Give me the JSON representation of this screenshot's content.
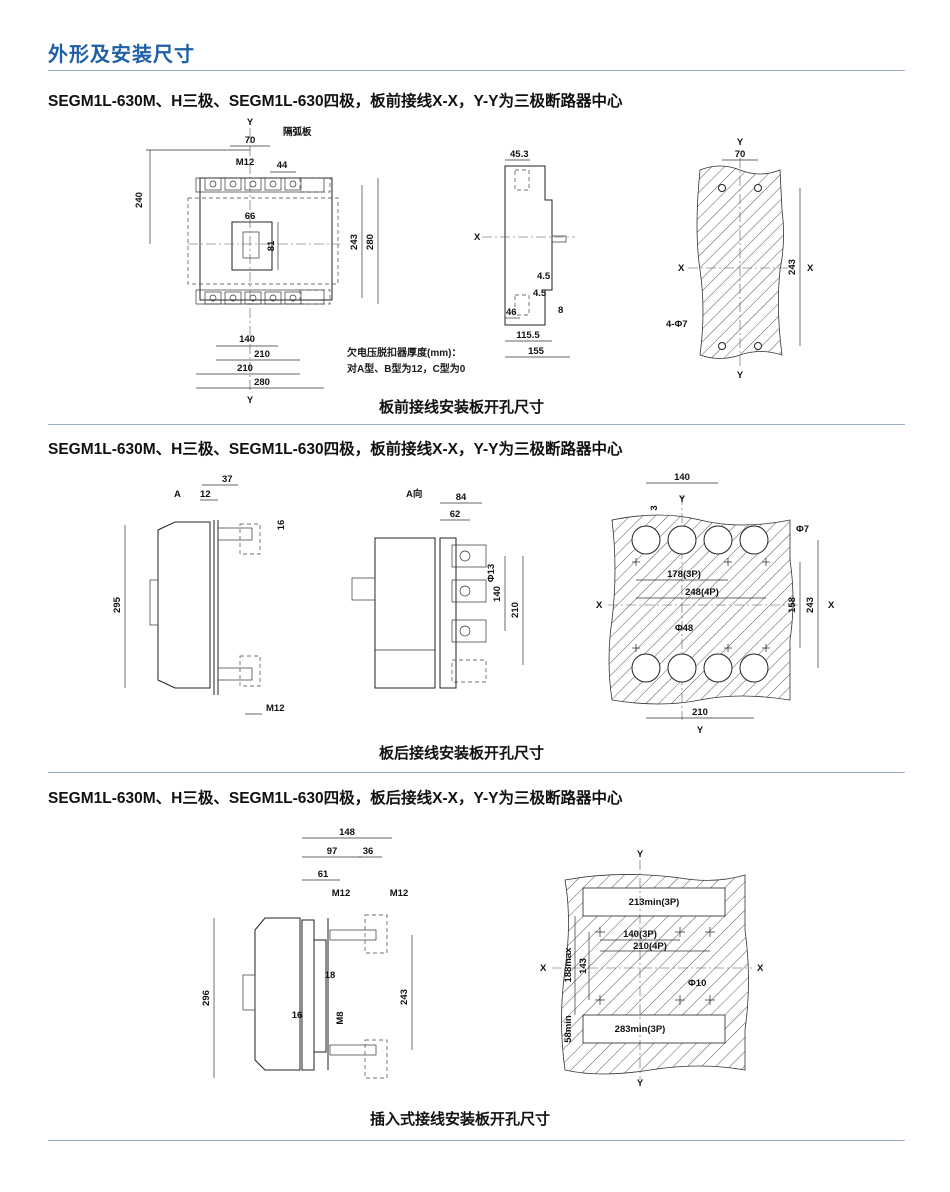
{
  "page": {
    "title": "外形及安装尺寸"
  },
  "sections": [
    {
      "heading": "SEGM1L-630M、H三极、SEGM1L-630四极，板前接线X-X，Y-Y为三极断路器中心",
      "caption": "板前接线安装板开孔尺寸",
      "note_line1": "欠电压脱扣器厚度(mm)：",
      "note_line2": "对A型、B型为12，C型为0"
    },
    {
      "heading": "SEGM1L-630M、H三极、SEGM1L-630四极，板前接线X-X，Y-Y为三极断路器中心",
      "caption": "板后接线安装板开孔尺寸"
    },
    {
      "heading": "SEGM1L-630M、H三极、SEGM1L-630四极，板后接线X-X，Y-Y为三极断路器中心",
      "caption": "插入式接线安装板开孔尺寸"
    }
  ],
  "dims1": {
    "Y": "Y",
    "X": "X",
    "d70": "70",
    "d44": "44",
    "m12": "M12",
    "arc": "隔弧板",
    "d240": "240",
    "d66": "66",
    "d81": "81",
    "d243": "243",
    "d280": "280",
    "d140": "140",
    "d210": "210",
    "d210b": "210",
    "d280b": "280",
    "d45_3": "45.3",
    "d4_5": "4.5",
    "d4_5b": "4.5",
    "d46": "46",
    "d8": "8",
    "d115_5": "115.5",
    "d155": "155",
    "s70": "70",
    "s243": "243",
    "holes": "4-Φ7"
  },
  "dims2": {
    "A": "A",
    "d37": "37",
    "d12": "12",
    "d16": "16",
    "d295": "295",
    "m12": "M12",
    "aview": "A向",
    "d84": "84",
    "d62": "62",
    "phi13": "Φ13",
    "d140": "140",
    "d210": "210",
    "p140": "140",
    "p3": "3",
    "Y": "Y",
    "X": "X",
    "phi7": "Φ7",
    "p178": "178(3P)",
    "p248": "248(4P)",
    "p158": "158",
    "p243": "243",
    "phi48": "Φ48",
    "p210": "210"
  },
  "dims3": {
    "d148": "148",
    "d97": "97",
    "d36": "36",
    "d61": "61",
    "m12a": "M12",
    "m12b": "M12",
    "d296": "296",
    "d18": "18",
    "d243": "243",
    "d16": "16",
    "m8": "M8",
    "Y": "Y",
    "X": "X",
    "p213": "213min(3P)",
    "p140": "140(3P)",
    "p210": "210(4P)",
    "p188": "188max",
    "p143": "143",
    "phi10": "Φ10",
    "p58": "58min",
    "p283": "283min(3P)"
  }
}
